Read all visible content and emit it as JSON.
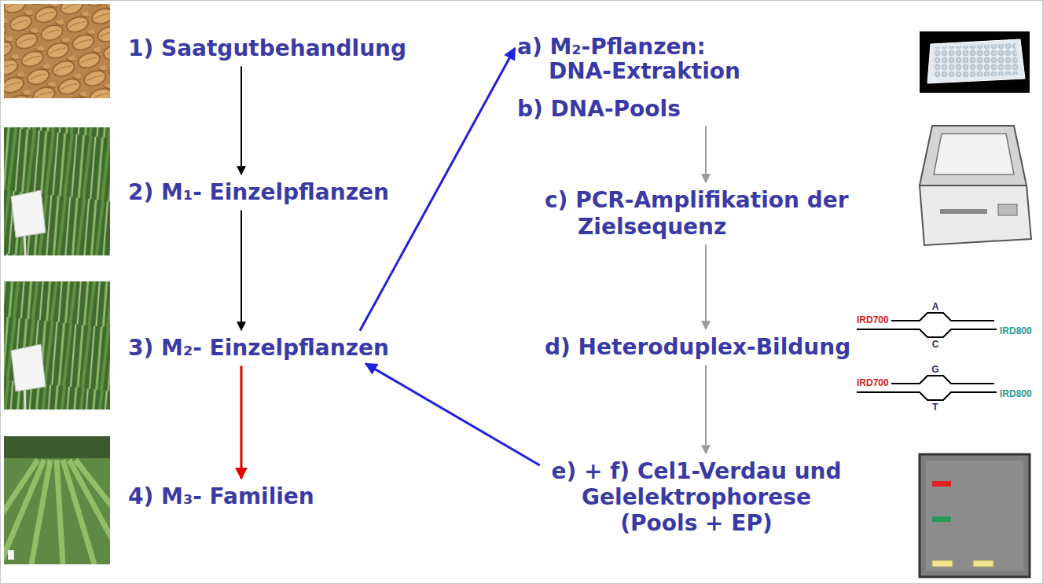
{
  "diagram": {
    "nodes": [
      {
        "text": [
          "1) Saatgutbehandlung"
        ]
      },
      {
        "text": [
          "2) M₁- Einzelpflanzen"
        ]
      },
      {
        "text": [
          "3) M₂- Einzelpflanzen"
        ]
      },
      {
        "text": [
          "4) M₃- Familien"
        ]
      },
      {
        "text": [
          "a) M₂-Pflanzen: DNA-Extraktion",
          "b) DNA-Pools"
        ]
      },
      {
        "text": [
          "c) PCR-Amplifikation der Zielsequenz"
        ]
      },
      {
        "text": [
          "d) Heteroduplex-Bildung"
        ]
      },
      {
        "text": [
          "e) + f) Cel1-Verdau und Gelelektrophorese (Pools + EP)"
        ]
      }
    ],
    "edges": [
      {
        "from": 0,
        "to": 1,
        "arrow": "to"
      },
      {
        "from": 1,
        "to": 2,
        "arrow": "to"
      },
      {
        "from": 2,
        "to": 3,
        "arrow": "to"
      },
      {
        "from": 2,
        "to": 4,
        "arrow": "to"
      },
      {
        "from": 4,
        "to": 5,
        "arrow": "to"
      },
      {
        "from": 5,
        "to": 6,
        "arrow": "to"
      },
      {
        "from": 6,
        "to": 7,
        "arrow": "to"
      },
      {
        "from": 7,
        "to": 2,
        "arrow": "to"
      }
    ],
    "labels": [
      "IRD700",
      "A",
      "IRD800",
      "C",
      "IRD700",
      "G",
      "IRD800",
      "T"
    ]
  }
}
